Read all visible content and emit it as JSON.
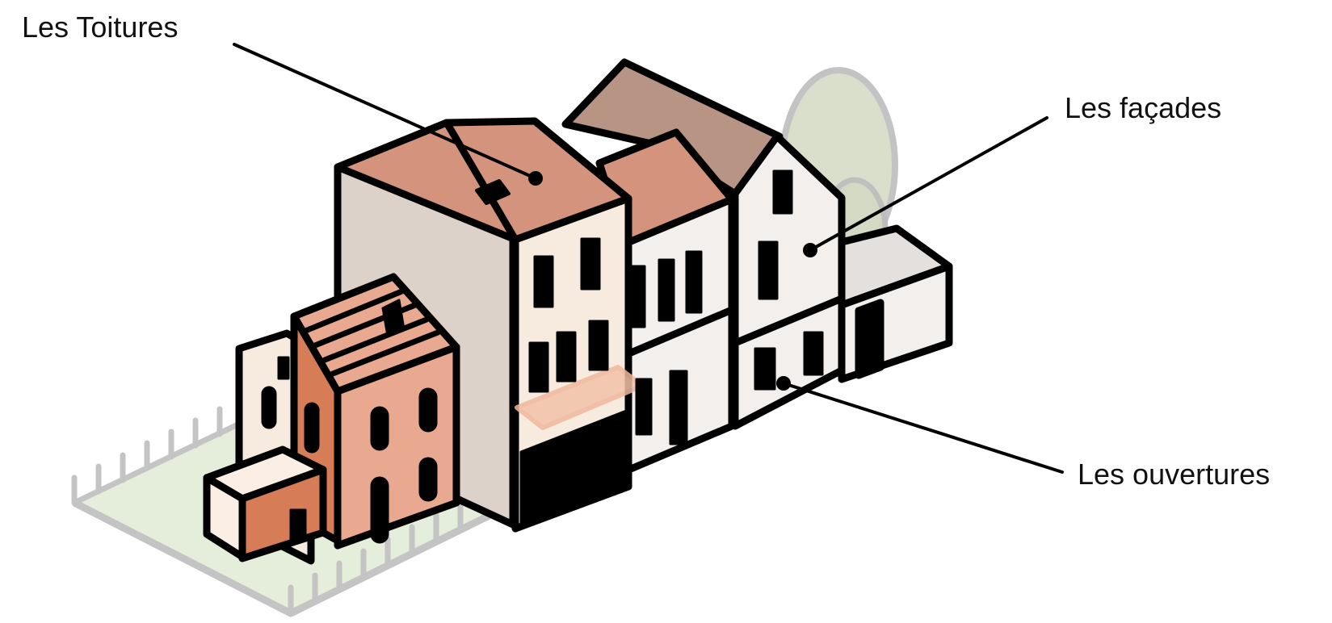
{
  "labels": {
    "roofs": "Les Toitures",
    "facades": "Les façades",
    "openings": "Les ouvertures"
  },
  "colors": {
    "outline": "#000000",
    "roof_terracotta": "#d4937c",
    "roof_brown": "#b89484",
    "wall_beige": "#ddd2c9",
    "wall_cream": "#f7ebe0",
    "wall_white": "#f3efec",
    "wall_grey": "#e8e4e0",
    "wall_pink": "#e9a991",
    "wall_orange": "#d67d57",
    "ground": "#e5eedb",
    "fence": "#c4c4c4",
    "tree": "#d6dcc7",
    "awning": "#f3c2a8"
  }
}
